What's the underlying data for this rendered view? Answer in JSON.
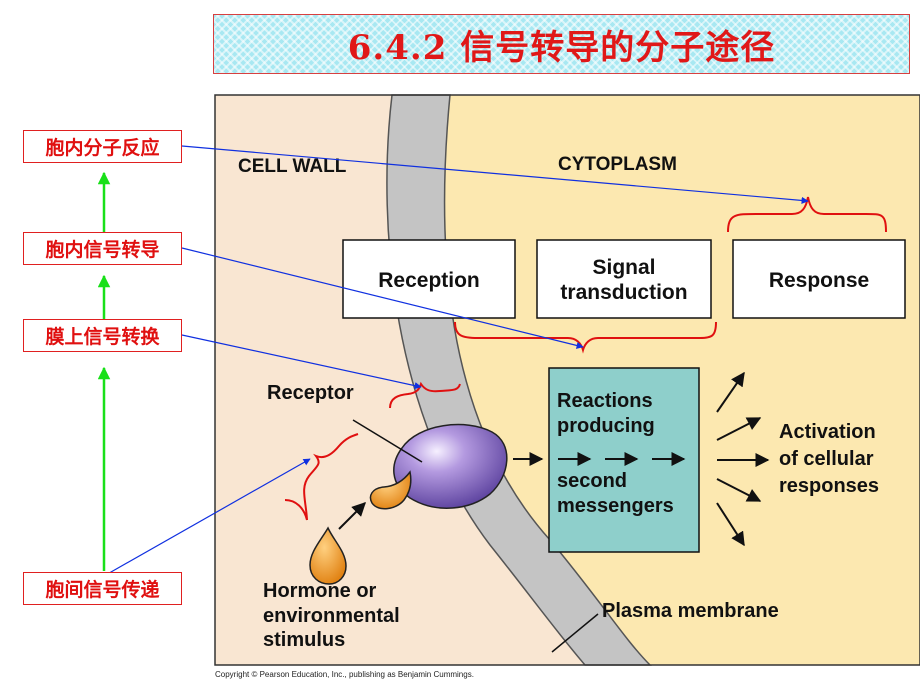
{
  "title": "6.4.2 信号转导的分子途径",
  "side_labels": {
    "intracellular_response": "胞内分子反应",
    "intracellular_transduction": "胞内信号转导",
    "membrane_conversion": "膜上信号转换",
    "intercellular_transmission": "胞间信号传递"
  },
  "diagram": {
    "cell_wall": "CELL WALL",
    "cytoplasm": "CYTOPLASM",
    "reception": "Reception",
    "signal_line1": "Signal",
    "signal_line2": "transduction",
    "response": "Response",
    "receptor": "Receptor",
    "reactions": [
      "Reactions",
      "producing",
      "second",
      "messengers"
    ],
    "activation": [
      "Activation",
      "of cellular",
      "responses"
    ],
    "hormone": [
      "Hormone or",
      "environmental",
      "stimulus"
    ],
    "plasma_membrane": "Plasma membrane"
  },
  "copyright": "Copyright © Pearson Education, Inc., publishing as Benjamin Cummings.",
  "colors": {
    "cell_wall_bg": "#f9e6d2",
    "cytoplasm_bg": "#fce8b0",
    "membrane": "#c4c4c4",
    "box_teal": "#8ecfcb",
    "receptor": "#8a6cc0",
    "hormone": "#f09820",
    "label_red": "#e01010",
    "pointer_blue": "#1030e0",
    "progress_green": "#19e019"
  }
}
